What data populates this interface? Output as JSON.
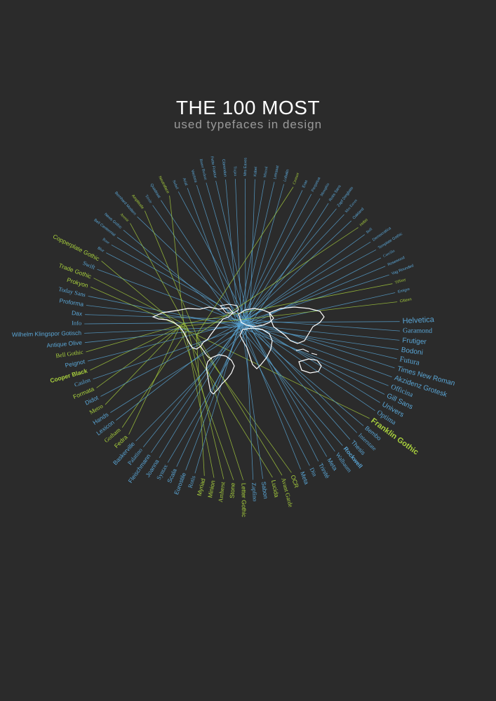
{
  "header": {
    "title": "THE 100 MOST",
    "subtitle": "used typefaces in design"
  },
  "colors": {
    "background": "#2b2b2b",
    "green": "#a9d13d",
    "blue": "#5aa6d6",
    "map": "#ffffff"
  },
  "typefaces": [
    {
      "name": "Helvetica",
      "color": "blue"
    },
    {
      "name": "Garamond",
      "color": "blue"
    },
    {
      "name": "Frutiger",
      "color": "blue"
    },
    {
      "name": "Bodoni",
      "color": "blue"
    },
    {
      "name": "Futura",
      "color": "blue"
    },
    {
      "name": "Times New Roman",
      "color": "blue"
    },
    {
      "name": "Akzidenz Grotesk",
      "color": "blue"
    },
    {
      "name": "Officina",
      "color": "blue"
    },
    {
      "name": "Gill Sans",
      "color": "blue"
    },
    {
      "name": "Univers",
      "color": "blue"
    },
    {
      "name": "Optima",
      "color": "blue"
    },
    {
      "name": "Franklin Gothic",
      "color": "green"
    },
    {
      "name": "Bembo",
      "color": "blue"
    },
    {
      "name": "Interstate",
      "color": "blue"
    },
    {
      "name": "Thesis",
      "color": "blue"
    },
    {
      "name": "Rockwell",
      "color": "blue"
    },
    {
      "name": "Walbaum",
      "color": "blue"
    },
    {
      "name": "Meta",
      "color": "blue"
    },
    {
      "name": "Trinité",
      "color": "blue"
    },
    {
      "name": "Din",
      "color": "blue"
    },
    {
      "name": "Meta",
      "color": "blue"
    },
    {
      "name": "OCR",
      "color": "green"
    },
    {
      "name": "Avant Garde",
      "color": "green"
    },
    {
      "name": "Lucida",
      "color": "green"
    },
    {
      "name": "Sabon",
      "color": "blue"
    },
    {
      "name": "Zapfino",
      "color": "blue"
    },
    {
      "name": "Letter Gothic",
      "color": "green"
    },
    {
      "name": "Stone",
      "color": "green"
    },
    {
      "name": "Amherst",
      "color": "green"
    },
    {
      "name": "Minion",
      "color": "green"
    },
    {
      "name": "Myriad",
      "color": "green"
    },
    {
      "name": "Rotis",
      "color": "blue"
    },
    {
      "name": "Eurostile",
      "color": "blue"
    },
    {
      "name": "Scala",
      "color": "blue"
    },
    {
      "name": "Syntax",
      "color": "blue"
    },
    {
      "name": "Joanna",
      "color": "blue"
    },
    {
      "name": "Fleischmann",
      "color": "blue"
    },
    {
      "name": "Palatino",
      "color": "blue"
    },
    {
      "name": "Baskerville",
      "color": "blue"
    },
    {
      "name": "Fedra",
      "color": "green"
    },
    {
      "name": "Gotham",
      "color": "green"
    },
    {
      "name": "Lexicon",
      "color": "blue"
    },
    {
      "name": "Hands",
      "color": "blue"
    },
    {
      "name": "Metro",
      "color": "green"
    },
    {
      "name": "Didot",
      "color": "blue"
    },
    {
      "name": "Formata",
      "color": "green"
    },
    {
      "name": "Caslon",
      "color": "blue"
    },
    {
      "name": "Cooper Black",
      "color": "green"
    },
    {
      "name": "Peignot",
      "color": "blue"
    },
    {
      "name": "Bell Gothic",
      "color": "green"
    },
    {
      "name": "Antique Olive",
      "color": "blue"
    },
    {
      "name": "Wilhelm Klingspor Gotisch",
      "color": "blue"
    },
    {
      "name": "Info",
      "color": "blue"
    },
    {
      "name": "Dax",
      "color": "blue"
    },
    {
      "name": "Proforma",
      "color": "blue"
    },
    {
      "name": "Today Sans",
      "color": "blue"
    },
    {
      "name": "Prokyon",
      "color": "green"
    },
    {
      "name": "Trade Gothic",
      "color": "green"
    },
    {
      "name": "Swift",
      "color": "blue"
    },
    {
      "name": "Copperplate Gothic",
      "color": "green"
    },
    {
      "name": "Blur",
      "color": "blue"
    },
    {
      "name": "Base",
      "color": "blue"
    },
    {
      "name": "Bell Centennial",
      "color": "blue"
    },
    {
      "name": "News Gothic",
      "color": "blue"
    },
    {
      "name": "Avenir",
      "color": "green"
    },
    {
      "name": "Bernhard Modern",
      "color": "blue"
    },
    {
      "name": "Amplitude",
      "color": "green"
    },
    {
      "name": "Trixie",
      "color": "blue"
    },
    {
      "name": "Quadraat",
      "color": "blue"
    },
    {
      "name": "Neutraface",
      "color": "green"
    },
    {
      "name": "Nobel",
      "color": "blue"
    },
    {
      "name": "Arial",
      "color": "blue"
    },
    {
      "name": "Vectora",
      "color": "blue"
    },
    {
      "name": "Bauer Bodoni",
      "color": "blue"
    },
    {
      "name": "Fette Fraktur",
      "color": "blue"
    },
    {
      "name": "Clarendon",
      "color": "blue"
    },
    {
      "name": "Trajan",
      "color": "blue"
    },
    {
      "name": "Mrs Eaves",
      "color": "blue"
    },
    {
      "name": "Kabel",
      "color": "blue"
    },
    {
      "name": "Mistral",
      "color": "blue"
    },
    {
      "name": "Letraset",
      "color": "blue"
    },
    {
      "name": "Lubalin",
      "color": "blue"
    },
    {
      "name": "Centaur",
      "color": "green"
    },
    {
      "name": "Eras",
      "color": "blue"
    },
    {
      "name": "Perpetua",
      "color": "blue"
    },
    {
      "name": "Memphis",
      "color": "blue"
    },
    {
      "name": "Rotis Sans",
      "color": "blue"
    },
    {
      "name": "Zapf Dingbats",
      "color": "blue"
    },
    {
      "name": "Mrs Eaves",
      "color": "blue"
    },
    {
      "name": "Oakland",
      "color": "blue"
    },
    {
      "name": "Hobo",
      "color": "green"
    },
    {
      "name": "Bell",
      "color": "blue"
    },
    {
      "name": "Democratica",
      "color": "blue"
    },
    {
      "name": "Template Gothic",
      "color": "blue"
    },
    {
      "name": "Caecilia",
      "color": "blue"
    },
    {
      "name": "Rosewood",
      "color": "blue"
    },
    {
      "name": "Vag Rounded",
      "color": "blue"
    },
    {
      "name": "Tiffany",
      "color": "green"
    },
    {
      "name": "Emigre",
      "color": "blue"
    },
    {
      "name": "Citizen",
      "color": "green"
    }
  ]
}
